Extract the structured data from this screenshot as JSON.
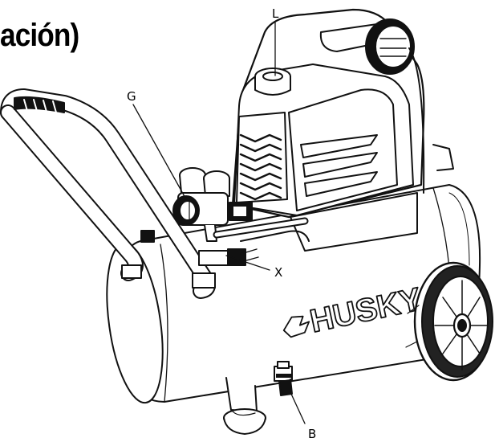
{
  "heading": "ación)",
  "brand": "HUSKY",
  "callouts": {
    "l": "L",
    "g": "G",
    "x": "X",
    "b": "B"
  }
}
